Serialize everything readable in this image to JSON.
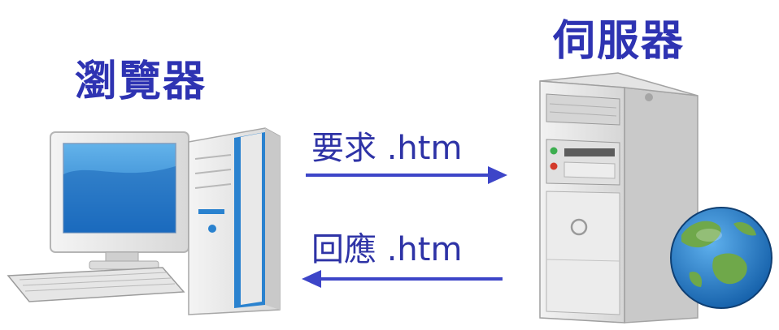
{
  "browser": {
    "title": "瀏覽器"
  },
  "server": {
    "title": "伺服器"
  },
  "request": {
    "label": "要求 .htm"
  },
  "response": {
    "label": "回應 .htm"
  },
  "colors": {
    "title_text": "#2e33b2",
    "arrow": "#3d45c8",
    "monitor_screen": "#2a7fd0",
    "tower_stripe": "#2a82cf",
    "globe_ocean": "#1f74c8",
    "globe_land": "#6fa84a"
  },
  "icons": [
    "desktop-computer-icon",
    "server-tower-icon",
    "globe-icon",
    "right-arrow-icon",
    "left-arrow-icon"
  ]
}
